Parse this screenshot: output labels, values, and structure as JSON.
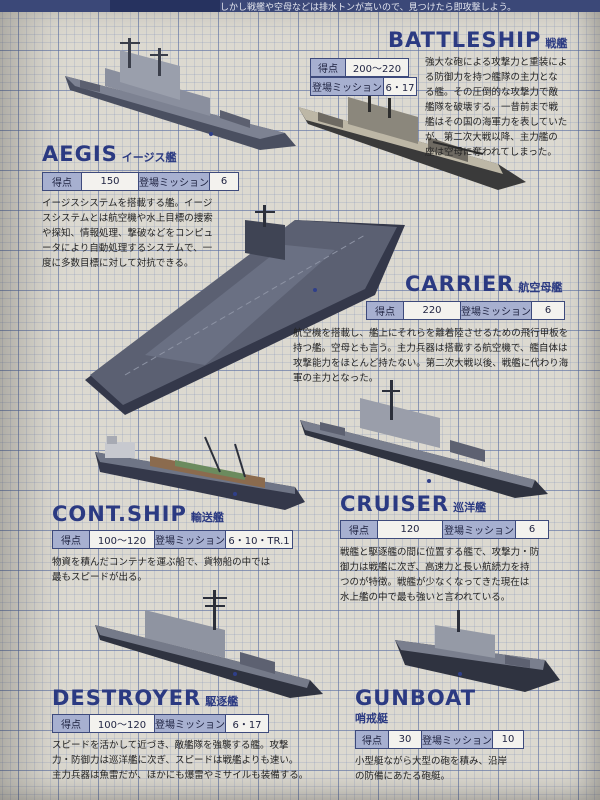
{
  "header": {
    "text": "しかし戦艦や空母などは排水トンが高いので、見つけたら即攻撃しよう。"
  },
  "labels": {
    "score": "得点",
    "mission": "登場ミッション"
  },
  "ships": [
    {
      "name_en": "AEGIS",
      "name_jp": "イージス艦",
      "score": "150",
      "missions": "6",
      "desc": [
        "イージスシステムを搭載する艦。イージ",
        "スシステムとは航空機や水上目標の捜索",
        "や探知、情報処理、撃破などをコンピュ",
        "ータにより自動処理するシステムで、一",
        "度に多数目標に対して対抗できる。"
      ]
    },
    {
      "name_en": "BATTLESHIP",
      "name_jp": "戦艦",
      "score": "200〜220",
      "missions": "6・17",
      "desc": [
        "強大な砲による攻撃力と重装によ",
        "る防御力を持つ艦隊の主力とな",
        "る艦。その圧倒的な攻撃力で敵",
        "艦隊を破壊する。一昔前まで戦",
        "艦はその国の海軍力を表していた",
        "が、第二次大戦以降、主力艦の",
        "座は空母に奪われてしまった。"
      ]
    },
    {
      "name_en": "CARRIER",
      "name_jp": "航空母艦",
      "score": "220",
      "missions": "6",
      "desc": [
        "航空機を搭載し、艦上にそれらを離着陸させるための飛行甲板を",
        "持つ艦。空母とも言う。主力兵器は搭載する航空機で、艦自体は",
        "攻撃能力をほとんど持たない。第二次大戦以後、戦艦に代わり海",
        "軍の主力となった。"
      ]
    },
    {
      "name_en": "CONT.SHIP",
      "name_jp": "輸送艦",
      "score": "100〜120",
      "missions": "6・10・TR.1",
      "desc": [
        "物資を積んだコンテナを運ぶ船で、貨物船の中では",
        "最もスピードが出る。"
      ]
    },
    {
      "name_en": "CRUISER",
      "name_jp": "巡洋艦",
      "score": "120",
      "missions": "6",
      "desc": [
        "戦艦と駆逐艦の間に位置する艦で、攻撃力・防",
        "御力は戦艦に次ぎ、高速力と長い航続力を持",
        "つのが特徴。戦艦が少なくなってきた現在は",
        "水上艦の中で最も強いと言われている。"
      ]
    },
    {
      "name_en": "DESTROYER",
      "name_jp": "駆逐艦",
      "score": "100〜120",
      "missions": "6・17",
      "desc": [
        "スピードを活かして近づき、敵艦隊を強襲する艦。攻撃",
        "力・防御力は巡洋艦に次ぎ、スピードは戦艦よりも速い。",
        "主力兵器は魚雷だが、ほかにも爆雷やミサイルも装備する。"
      ]
    },
    {
      "name_en": "GUNBOAT",
      "name_jp": "哨戒艇",
      "score": "30",
      "missions": "10",
      "desc": [
        "小型艇ながら大型の砲を積み、沿岸",
        "の防備にあたる砲艇。"
      ]
    }
  ],
  "colors": {
    "accent": "#2b3a82",
    "grid": "#5a6ea0",
    "paper": "#dcd9d0",
    "label_bg": "#a7b0d0"
  }
}
